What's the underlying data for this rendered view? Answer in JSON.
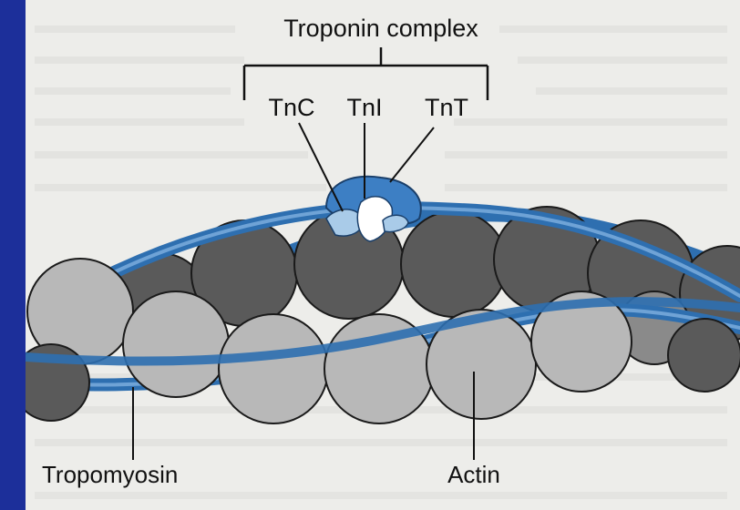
{
  "labels": {
    "troponin_complex": "Troponin complex",
    "tnc": "TnC",
    "tni": "TnI",
    "tnt": "TnT",
    "tropomyosin": "Tropomyosin",
    "actin": "Actin"
  },
  "colors": {
    "page_border": "#1c2f9a",
    "paper": "#ededea",
    "actin_dark": "#5a5a5a",
    "actin_light": "#b8b8b8",
    "tropomyosin": "#2e6fb0",
    "tropomyosin_highlight": "#6fa3d6",
    "troponin": "#3d7fc4",
    "troponin_light": "#a9cbe8"
  }
}
